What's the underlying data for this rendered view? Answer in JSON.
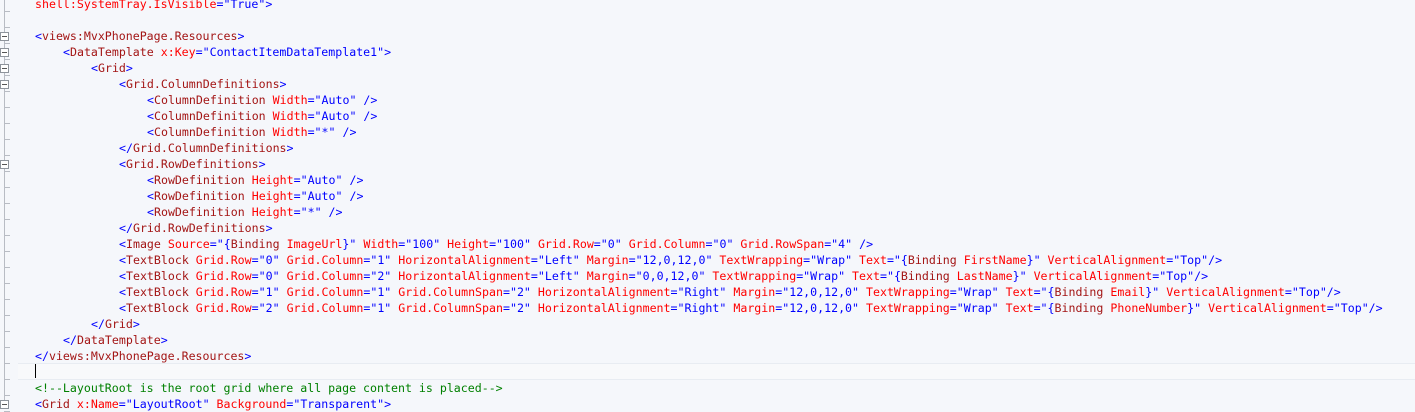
{
  "editor": {
    "language": "XAML",
    "caret_line": 23,
    "lines": [
      {
        "indent": 0,
        "tokens": [
          [
            "attr",
            "shell:SystemTray.IsVisible"
          ],
          [
            "delim",
            "=\""
          ],
          [
            "val",
            "True"
          ],
          [
            "delim",
            "\">"
          ]
        ]
      },
      {
        "indent": 0,
        "tokens": []
      },
      {
        "indent": 0,
        "tokens": [
          [
            "delim",
            "<"
          ],
          [
            "tag",
            "views:MvxPhonePage.Resources"
          ],
          [
            "delim",
            ">"
          ]
        ]
      },
      {
        "indent": 1,
        "tokens": [
          [
            "delim",
            "<"
          ],
          [
            "tag",
            "DataTemplate"
          ],
          [
            "delim",
            " "
          ],
          [
            "attr",
            "x:Key"
          ],
          [
            "delim",
            "=\""
          ],
          [
            "val",
            "ContactItemDataTemplate1"
          ],
          [
            "delim",
            "\">"
          ]
        ]
      },
      {
        "indent": 2,
        "tokens": [
          [
            "delim",
            "<"
          ],
          [
            "tag",
            "Grid"
          ],
          [
            "delim",
            ">"
          ]
        ]
      },
      {
        "indent": 3,
        "tokens": [
          [
            "delim",
            "<"
          ],
          [
            "tag",
            "Grid.ColumnDefinitions"
          ],
          [
            "delim",
            ">"
          ]
        ]
      },
      {
        "indent": 4,
        "tokens": [
          [
            "delim",
            "<"
          ],
          [
            "tag",
            "ColumnDefinition"
          ],
          [
            "delim",
            " "
          ],
          [
            "attr",
            "Width"
          ],
          [
            "delim",
            "=\""
          ],
          [
            "val",
            "Auto"
          ],
          [
            "delim",
            "\" />"
          ]
        ]
      },
      {
        "indent": 4,
        "tokens": [
          [
            "delim",
            "<"
          ],
          [
            "tag",
            "ColumnDefinition"
          ],
          [
            "delim",
            " "
          ],
          [
            "attr",
            "Width"
          ],
          [
            "delim",
            "=\""
          ],
          [
            "val",
            "Auto"
          ],
          [
            "delim",
            "\" />"
          ]
        ]
      },
      {
        "indent": 4,
        "tokens": [
          [
            "delim",
            "<"
          ],
          [
            "tag",
            "ColumnDefinition"
          ],
          [
            "delim",
            " "
          ],
          [
            "attr",
            "Width"
          ],
          [
            "delim",
            "=\""
          ],
          [
            "val",
            "*"
          ],
          [
            "delim",
            "\" />"
          ]
        ]
      },
      {
        "indent": 3,
        "tokens": [
          [
            "delim",
            "</"
          ],
          [
            "tag",
            "Grid.ColumnDefinitions"
          ],
          [
            "delim",
            ">"
          ]
        ]
      },
      {
        "indent": 3,
        "tokens": [
          [
            "delim",
            "<"
          ],
          [
            "tag",
            "Grid.RowDefinitions"
          ],
          [
            "delim",
            ">"
          ]
        ]
      },
      {
        "indent": 4,
        "tokens": [
          [
            "delim",
            "<"
          ],
          [
            "tag",
            "RowDefinition"
          ],
          [
            "delim",
            " "
          ],
          [
            "attr",
            "Height"
          ],
          [
            "delim",
            "=\""
          ],
          [
            "val",
            "Auto"
          ],
          [
            "delim",
            "\" />"
          ]
        ]
      },
      {
        "indent": 4,
        "tokens": [
          [
            "delim",
            "<"
          ],
          [
            "tag",
            "RowDefinition"
          ],
          [
            "delim",
            " "
          ],
          [
            "attr",
            "Height"
          ],
          [
            "delim",
            "=\""
          ],
          [
            "val",
            "Auto"
          ],
          [
            "delim",
            "\" />"
          ]
        ]
      },
      {
        "indent": 4,
        "tokens": [
          [
            "delim",
            "<"
          ],
          [
            "tag",
            "RowDefinition"
          ],
          [
            "delim",
            " "
          ],
          [
            "attr",
            "Height"
          ],
          [
            "delim",
            "=\""
          ],
          [
            "val",
            "*"
          ],
          [
            "delim",
            "\" />"
          ]
        ]
      },
      {
        "indent": 3,
        "tokens": [
          [
            "delim",
            "</"
          ],
          [
            "tag",
            "Grid.RowDefinitions"
          ],
          [
            "delim",
            ">"
          ]
        ]
      },
      {
        "indent": 3,
        "tokens": [
          [
            "delim",
            "<"
          ],
          [
            "tag",
            "Image"
          ],
          [
            "delim",
            " "
          ],
          [
            "attr",
            "Source"
          ],
          [
            "delim",
            "=\""
          ],
          [
            "val",
            "{"
          ],
          [
            "bindkw",
            "Binding"
          ],
          [
            "delim",
            " "
          ],
          [
            "bindarg",
            "ImageUrl"
          ],
          [
            "val",
            "}"
          ],
          [
            "delim",
            "\" "
          ],
          [
            "attr",
            "Width"
          ],
          [
            "delim",
            "=\""
          ],
          [
            "val",
            "100"
          ],
          [
            "delim",
            "\" "
          ],
          [
            "attr",
            "Height"
          ],
          [
            "delim",
            "=\""
          ],
          [
            "val",
            "100"
          ],
          [
            "delim",
            "\" "
          ],
          [
            "attr",
            "Grid.Row"
          ],
          [
            "delim",
            "=\""
          ],
          [
            "val",
            "0"
          ],
          [
            "delim",
            "\" "
          ],
          [
            "attr",
            "Grid.Column"
          ],
          [
            "delim",
            "=\""
          ],
          [
            "val",
            "0"
          ],
          [
            "delim",
            "\" "
          ],
          [
            "attr",
            "Grid.RowSpan"
          ],
          [
            "delim",
            "=\""
          ],
          [
            "val",
            "4"
          ],
          [
            "delim",
            "\" />"
          ]
        ]
      },
      {
        "indent": 3,
        "tokens": [
          [
            "delim",
            "<"
          ],
          [
            "tag",
            "TextBlock"
          ],
          [
            "delim",
            " "
          ],
          [
            "attr",
            "Grid.Row"
          ],
          [
            "delim",
            "=\""
          ],
          [
            "val",
            "0"
          ],
          [
            "delim",
            "\" "
          ],
          [
            "attr",
            "Grid.Column"
          ],
          [
            "delim",
            "=\""
          ],
          [
            "val",
            "1"
          ],
          [
            "delim",
            "\" "
          ],
          [
            "attr",
            "HorizontalAlignment"
          ],
          [
            "delim",
            "=\""
          ],
          [
            "val",
            "Left"
          ],
          [
            "delim",
            "\" "
          ],
          [
            "attr",
            "Margin"
          ],
          [
            "delim",
            "=\""
          ],
          [
            "val",
            "12,0,12,0"
          ],
          [
            "delim",
            "\" "
          ],
          [
            "attr",
            "TextWrapping"
          ],
          [
            "delim",
            "=\""
          ],
          [
            "val",
            "Wrap"
          ],
          [
            "delim",
            "\" "
          ],
          [
            "attr",
            "Text"
          ],
          [
            "delim",
            "=\""
          ],
          [
            "val",
            "{"
          ],
          [
            "bindkw",
            "Binding"
          ],
          [
            "delim",
            " "
          ],
          [
            "bindarg",
            "FirstName"
          ],
          [
            "val",
            "}"
          ],
          [
            "delim",
            "\" "
          ],
          [
            "attr",
            "VerticalAlignment"
          ],
          [
            "delim",
            "=\""
          ],
          [
            "val",
            "Top"
          ],
          [
            "delim",
            "\"/>"
          ]
        ]
      },
      {
        "indent": 3,
        "tokens": [
          [
            "delim",
            "<"
          ],
          [
            "tag",
            "TextBlock"
          ],
          [
            "delim",
            " "
          ],
          [
            "attr",
            "Grid.Row"
          ],
          [
            "delim",
            "=\""
          ],
          [
            "val",
            "0"
          ],
          [
            "delim",
            "\" "
          ],
          [
            "attr",
            "Grid.Column"
          ],
          [
            "delim",
            "=\""
          ],
          [
            "val",
            "2"
          ],
          [
            "delim",
            "\" "
          ],
          [
            "attr",
            "HorizontalAlignment"
          ],
          [
            "delim",
            "=\""
          ],
          [
            "val",
            "Left"
          ],
          [
            "delim",
            "\" "
          ],
          [
            "attr",
            "Margin"
          ],
          [
            "delim",
            "=\""
          ],
          [
            "val",
            "0,0,12,0"
          ],
          [
            "delim",
            "\" "
          ],
          [
            "attr",
            "TextWrapping"
          ],
          [
            "delim",
            "=\""
          ],
          [
            "val",
            "Wrap"
          ],
          [
            "delim",
            "\" "
          ],
          [
            "attr",
            "Text"
          ],
          [
            "delim",
            "=\""
          ],
          [
            "val",
            "{"
          ],
          [
            "bindkw",
            "Binding"
          ],
          [
            "delim",
            " "
          ],
          [
            "bindarg",
            "LastName"
          ],
          [
            "val",
            "}"
          ],
          [
            "delim",
            "\" "
          ],
          [
            "attr",
            "VerticalAlignment"
          ],
          [
            "delim",
            "=\""
          ],
          [
            "val",
            "Top"
          ],
          [
            "delim",
            "\"/>"
          ]
        ]
      },
      {
        "indent": 3,
        "tokens": [
          [
            "delim",
            "<"
          ],
          [
            "tag",
            "TextBlock"
          ],
          [
            "delim",
            " "
          ],
          [
            "attr",
            "Grid.Row"
          ],
          [
            "delim",
            "=\""
          ],
          [
            "val",
            "1"
          ],
          [
            "delim",
            "\" "
          ],
          [
            "attr",
            "Grid.Column"
          ],
          [
            "delim",
            "=\""
          ],
          [
            "val",
            "1"
          ],
          [
            "delim",
            "\" "
          ],
          [
            "attr",
            "Grid.ColumnSpan"
          ],
          [
            "delim",
            "=\""
          ],
          [
            "val",
            "2"
          ],
          [
            "delim",
            "\" "
          ],
          [
            "attr",
            "HorizontalAlignment"
          ],
          [
            "delim",
            "=\""
          ],
          [
            "val",
            "Right"
          ],
          [
            "delim",
            "\" "
          ],
          [
            "attr",
            "Margin"
          ],
          [
            "delim",
            "=\""
          ],
          [
            "val",
            "12,0,12,0"
          ],
          [
            "delim",
            "\" "
          ],
          [
            "attr",
            "TextWrapping"
          ],
          [
            "delim",
            "=\""
          ],
          [
            "val",
            "Wrap"
          ],
          [
            "delim",
            "\" "
          ],
          [
            "attr",
            "Text"
          ],
          [
            "delim",
            "=\""
          ],
          [
            "val",
            "{"
          ],
          [
            "bindkw",
            "Binding"
          ],
          [
            "delim",
            " "
          ],
          [
            "bindarg",
            "Email"
          ],
          [
            "val",
            "}"
          ],
          [
            "delim",
            "\" "
          ],
          [
            "attr",
            "VerticalAlignment"
          ],
          [
            "delim",
            "=\""
          ],
          [
            "val",
            "Top"
          ],
          [
            "delim",
            "\"/>"
          ]
        ]
      },
      {
        "indent": 3,
        "tokens": [
          [
            "delim",
            "<"
          ],
          [
            "tag",
            "TextBlock"
          ],
          [
            "delim",
            " "
          ],
          [
            "attr",
            "Grid.Row"
          ],
          [
            "delim",
            "=\""
          ],
          [
            "val",
            "2"
          ],
          [
            "delim",
            "\" "
          ],
          [
            "attr",
            "Grid.Column"
          ],
          [
            "delim",
            "=\""
          ],
          [
            "val",
            "1"
          ],
          [
            "delim",
            "\" "
          ],
          [
            "attr",
            "Grid.ColumnSpan"
          ],
          [
            "delim",
            "=\""
          ],
          [
            "val",
            "2"
          ],
          [
            "delim",
            "\" "
          ],
          [
            "attr",
            "HorizontalAlignment"
          ],
          [
            "delim",
            "=\""
          ],
          [
            "val",
            "Right"
          ],
          [
            "delim",
            "\" "
          ],
          [
            "attr",
            "Margin"
          ],
          [
            "delim",
            "=\""
          ],
          [
            "val",
            "12,0,12,0"
          ],
          [
            "delim",
            "\" "
          ],
          [
            "attr",
            "TextWrapping"
          ],
          [
            "delim",
            "=\""
          ],
          [
            "val",
            "Wrap"
          ],
          [
            "delim",
            "\" "
          ],
          [
            "attr",
            "Text"
          ],
          [
            "delim",
            "=\""
          ],
          [
            "val",
            "{"
          ],
          [
            "bindkw",
            "Binding"
          ],
          [
            "delim",
            " "
          ],
          [
            "bindarg",
            "PhoneNumber"
          ],
          [
            "val",
            "}"
          ],
          [
            "delim",
            "\" "
          ],
          [
            "attr",
            "VerticalAlignment"
          ],
          [
            "delim",
            "=\""
          ],
          [
            "val",
            "Top"
          ],
          [
            "delim",
            "\"/>"
          ]
        ]
      },
      {
        "indent": 2,
        "tokens": [
          [
            "delim",
            "</"
          ],
          [
            "tag",
            "Grid"
          ],
          [
            "delim",
            ">"
          ]
        ]
      },
      {
        "indent": 1,
        "tokens": [
          [
            "delim",
            "</"
          ],
          [
            "tag",
            "DataTemplate"
          ],
          [
            "delim",
            ">"
          ]
        ]
      },
      {
        "indent": 0,
        "tokens": [
          [
            "delim",
            "</"
          ],
          [
            "tag",
            "views:MvxPhonePage.Resources"
          ],
          [
            "delim",
            ">"
          ]
        ]
      },
      {
        "indent": 0,
        "tokens": []
      },
      {
        "indent": 0,
        "tokens": [
          [
            "comment",
            "<!--LayoutRoot is the root grid where all page content is placed-->"
          ]
        ]
      },
      {
        "indent": 0,
        "tokens": [
          [
            "delim",
            "<"
          ],
          [
            "tag",
            "Grid"
          ],
          [
            "delim",
            " "
          ],
          [
            "attr",
            "x:Name"
          ],
          [
            "delim",
            "=\""
          ],
          [
            "val",
            "LayoutRoot"
          ],
          [
            "delim",
            "\" "
          ],
          [
            "attr",
            "Background"
          ],
          [
            "delim",
            "=\""
          ],
          [
            "val",
            "Transparent"
          ],
          [
            "delim",
            "\">"
          ]
        ]
      }
    ],
    "fold_markers_at_lines": [
      2,
      3,
      4,
      5,
      10,
      25
    ]
  }
}
